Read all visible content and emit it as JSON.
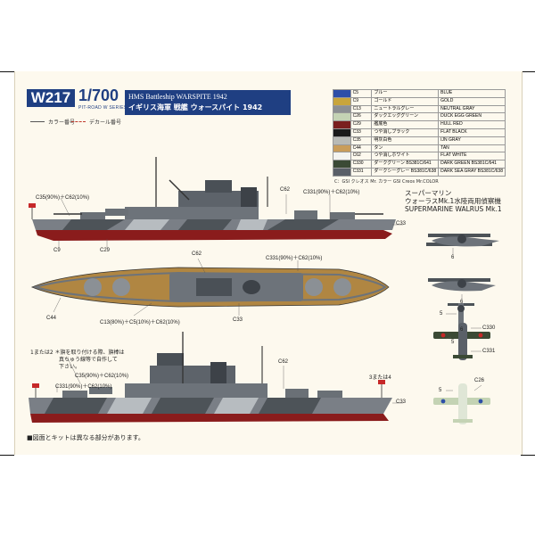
{
  "header": {
    "code": "W217",
    "scale": "1/700",
    "series": "PIT-ROAD W SERIES",
    "title_en": "HMS Battleship WARSPITE 1942",
    "title_jp": "イギリス海軍 戦艦 ウォースパイト 1942"
  },
  "legend": {
    "color_number": "カラー番号",
    "decal_number": "デカール番号"
  },
  "paints": [
    {
      "code": "C5",
      "jp": "ブルー",
      "en": "BLUE",
      "color": "#2e4fa8"
    },
    {
      "code": "C9",
      "jp": "ゴールド",
      "en": "GOLD",
      "color": "#c8a53c"
    },
    {
      "code": "C13",
      "jp": "ニュートラルグレー",
      "en": "NEUTRAL GRAY",
      "color": "#8b8f92"
    },
    {
      "code": "C26",
      "jp": "ダックエッググリーン",
      "en": "DUCK EGG GREEN",
      "color": "#c4d3b4"
    },
    {
      "code": "C29",
      "jp": "艦底色",
      "en": "HULL RED",
      "color": "#7a1f1f"
    },
    {
      "code": "C33",
      "jp": "つや消しブラック",
      "en": "FLAT BLACK",
      "color": "#1a1a1a"
    },
    {
      "code": "C35",
      "jp": "明灰白色",
      "en": "IJN GRAY",
      "color": "#b8bab5"
    },
    {
      "code": "C44",
      "jp": "タン",
      "en": "TAN",
      "color": "#c99d5a"
    },
    {
      "code": "C62",
      "jp": "つや消しホワイト",
      "en": "FLAT WHITE",
      "color": "#f4f4f0"
    },
    {
      "code": "C330",
      "jp": "ダークグリーン BS381C/641",
      "en": "DARK GREEN BS381C/641",
      "color": "#3b4a35"
    },
    {
      "code": "C331",
      "jp": "ダークシーグレー BS381C/638",
      "en": "DARK SEA GRAY BS381C/638",
      "color": "#5a6068"
    }
  ],
  "paint_note": "C：GSI クレオス Mr. カラー GSI Creos Mr.COLOR",
  "walrus": {
    "title_jp1": "スーパーマリン",
    "title_jp2": "ウォーラスMk.1水陸両用偵察機",
    "title_en": "SUPERMARINE WALRUS Mk.1",
    "labels": {
      "side_6": "6",
      "v2_6": "6",
      "v3_5": "5",
      "v3_6": "6",
      "top_5": "5",
      "top_c330": "C330",
      "top_c331": "C331",
      "bot_5": "5",
      "bot_c26": "C26"
    }
  },
  "views": {
    "side1": {
      "c35_c62": "C35(90%)＋C62(10%)",
      "c62": "C62",
      "c331_c62": "C331(90%)＋C62(10%)",
      "c9": "C9",
      "c29": "C29",
      "c33": "C33"
    },
    "top": {
      "c62": "C62",
      "c331_c62": "C331(90%)＋C62(10%)",
      "c44": "C44",
      "mix": "C13(80%)＋C5(10%)＋C62(10%)",
      "c33": "C33"
    },
    "side2": {
      "note1": "1または2 ＊旗を取り付ける際、旗棒は",
      "note2": "真ちゅう線等で自作して",
      "note3": "下さい。",
      "c35_c62": "C35(90%)＋C62(10%)",
      "c331_c62": "C331(90%)＋C62(10%)",
      "c62": "C62",
      "flag34": "3または4",
      "c33": "C33"
    }
  },
  "footnote": "■図面とキットは異なる部分があります。"
}
